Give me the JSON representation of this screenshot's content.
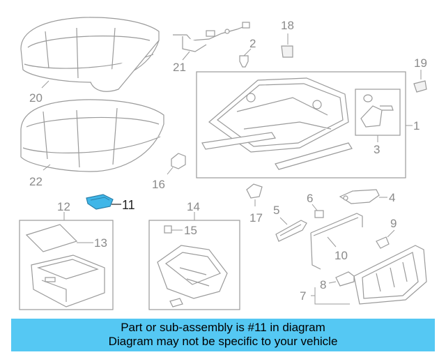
{
  "callouts": {
    "c1": "1",
    "c2": "2",
    "c3": "3",
    "c4": "4",
    "c5": "5",
    "c6": "6",
    "c7": "7",
    "c8": "8",
    "c9": "9",
    "c10": "10",
    "c11": "11",
    "c12": "12",
    "c13": "13",
    "c14": "14",
    "c15": "15",
    "c16": "16",
    "c17": "17",
    "c18": "18",
    "c19": "19",
    "c20": "20",
    "c21": "21",
    "c22": "22"
  },
  "highlight": {
    "color": "#3fb6e8",
    "part": "11"
  },
  "banner": {
    "line1": "Part or sub-assembly is #11 in diagram",
    "line2": "Diagram may not be specific to your vehicle",
    "color": "#55c8f3"
  }
}
